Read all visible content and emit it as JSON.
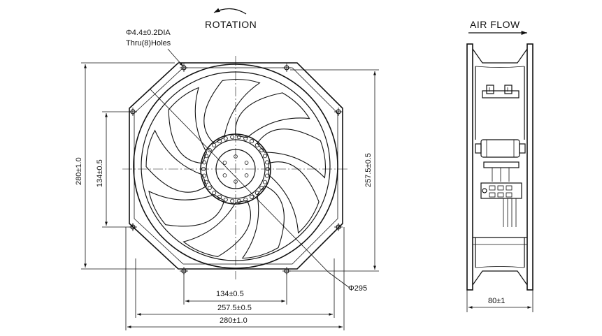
{
  "labels": {
    "rotation": "ROTATION",
    "air_flow": "AIR FLOW",
    "hole_note_line1": "Φ4.4±0.2DIA",
    "hole_note_line2": "Thru(8)Holes",
    "diameter": "Φ295"
  },
  "dimensions": {
    "vertical_280": "280±1.0",
    "vertical_134": "134±0.5",
    "vertical_257_5": "257.5±0.5",
    "horizontal_134": "134±0.5",
    "horizontal_257_5": "257.5±0.5",
    "horizontal_280": "280±1.0",
    "depth_80": "80±1"
  }
}
